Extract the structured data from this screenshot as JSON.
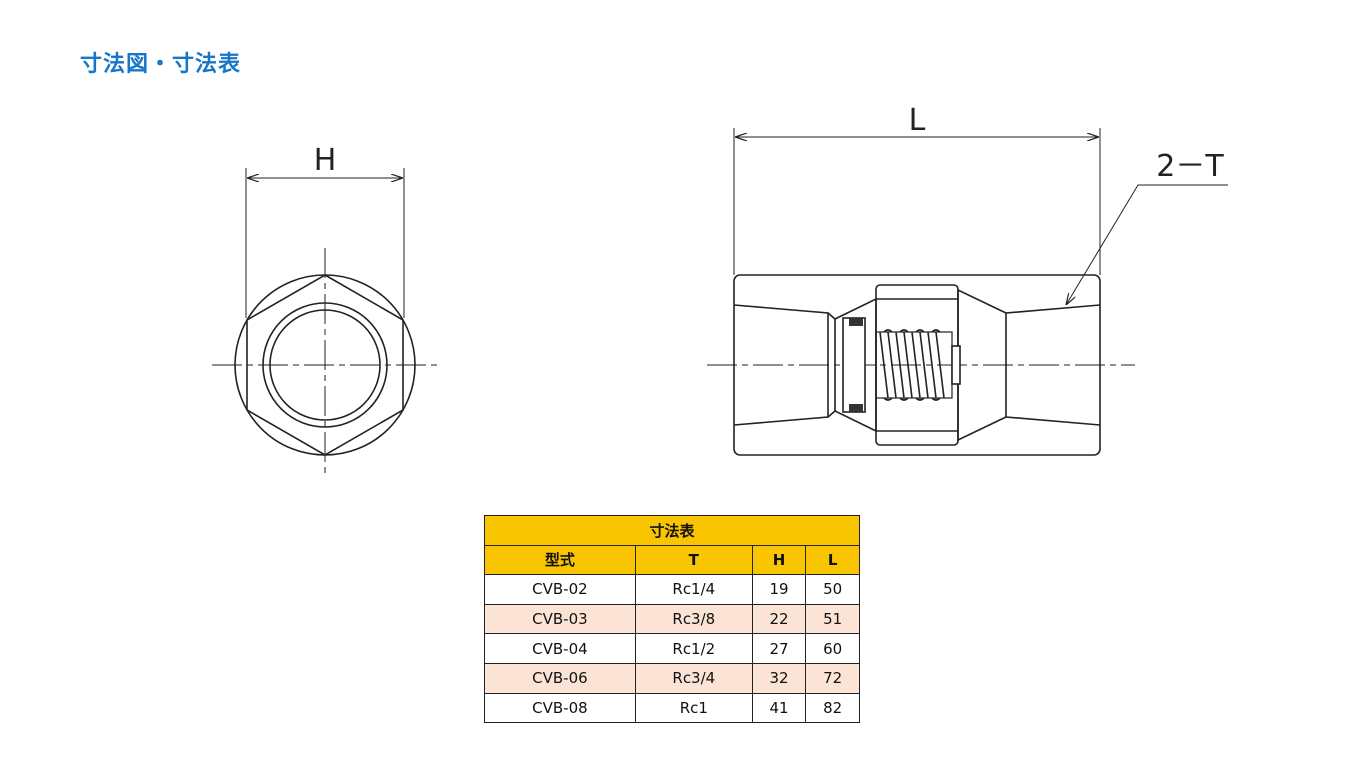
{
  "page": {
    "title": "寸法図・寸法表"
  },
  "drawing": {
    "front_view": {
      "dimension_label": "H"
    },
    "side_view": {
      "length_label": "L",
      "thread_label": "2－T"
    }
  },
  "colors": {
    "title": "#1677c8",
    "table_header": "#f9c400",
    "table_alt_row": "#fbe3d6"
  },
  "table": {
    "title": "寸法表",
    "columns": [
      "型式",
      "T",
      "H",
      "L"
    ],
    "rows": [
      [
        "CVB-02",
        "Rc1/4",
        "19",
        "50"
      ],
      [
        "CVB-03",
        "Rc3/8",
        "22",
        "51"
      ],
      [
        "CVB-04",
        "Rc1/2",
        "27",
        "60"
      ],
      [
        "CVB-06",
        "Rc3/4",
        "32",
        "72"
      ],
      [
        "CVB-08",
        "Rc1",
        "41",
        "82"
      ]
    ]
  }
}
